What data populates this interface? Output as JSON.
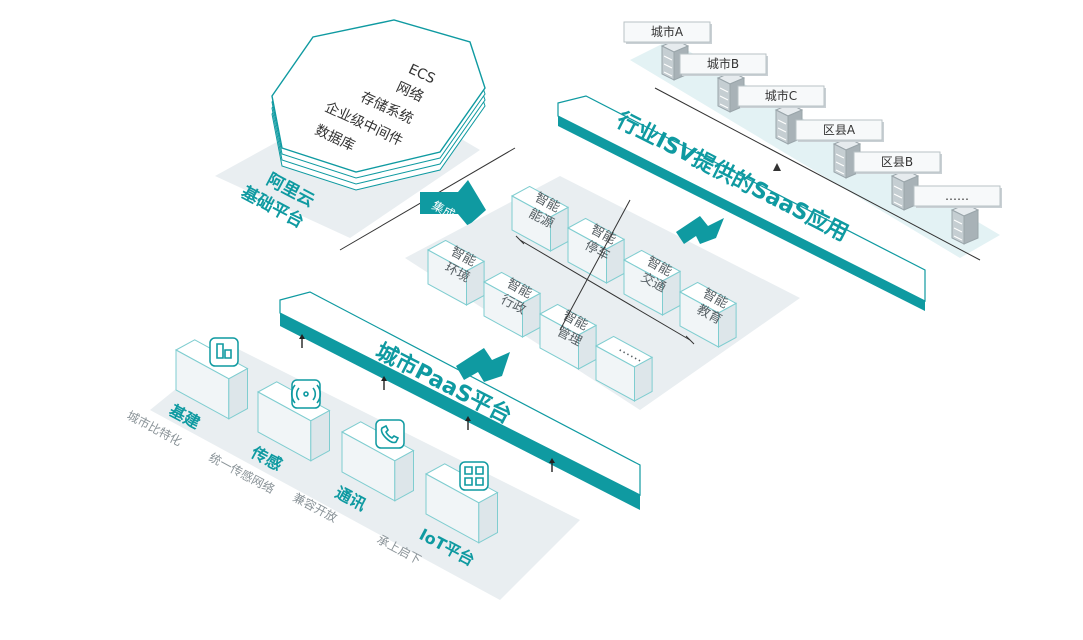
{
  "colors": {
    "teal": "#0f9aa1",
    "teal_dark": "#0a7f86",
    "cube_face": "#f1f5f7",
    "cube_top": "#ffffff",
    "cube_side": "#dde6ea",
    "cube_edge": "#7fcdd0",
    "shadow": "#e9eef1",
    "text_gray": "#555e63",
    "text_light": "#8a9398",
    "server": "#a8b2b7"
  },
  "base_platform": {
    "items": [
      "ECS",
      "网络",
      "存储系统",
      "企业级中间件",
      "数据库"
    ],
    "label": [
      "阿里云",
      "基础平台"
    ]
  },
  "integration_tag": "集成",
  "paas": {
    "title": "城市PaaS平台"
  },
  "saas": {
    "title": "行业ISV提供的SaaS应用"
  },
  "apps": [
    {
      "lines": [
        "智能",
        "能源"
      ]
    },
    {
      "lines": [
        "智能",
        "停车"
      ]
    },
    {
      "lines": [
        "智能",
        "交通"
      ]
    },
    {
      "lines": [
        "智能",
        "教育"
      ]
    },
    {
      "lines": [
        "智能",
        "环境"
      ]
    },
    {
      "lines": [
        "智能",
        "行政"
      ]
    },
    {
      "lines": [
        "智能",
        "管理"
      ]
    },
    {
      "lines": [
        "……"
      ]
    }
  ],
  "paas_modules": [
    {
      "title": "基建",
      "subtitle": "城市比特化",
      "icon": "building-icon"
    },
    {
      "title": "传感",
      "subtitle": "统一传感网络",
      "icon": "wireless-signal-icon"
    },
    {
      "title": "通讯",
      "subtitle": "兼容开放",
      "icon": "phone-icon"
    },
    {
      "title": "IoT平台",
      "subtitle": "承上启下",
      "icon": "grid-modules-icon"
    }
  ],
  "regions": [
    {
      "label": "城市A"
    },
    {
      "label": "城市B"
    },
    {
      "label": "城市C"
    },
    {
      "label": "区县A"
    },
    {
      "label": "区县B"
    },
    {
      "label": "……"
    }
  ]
}
